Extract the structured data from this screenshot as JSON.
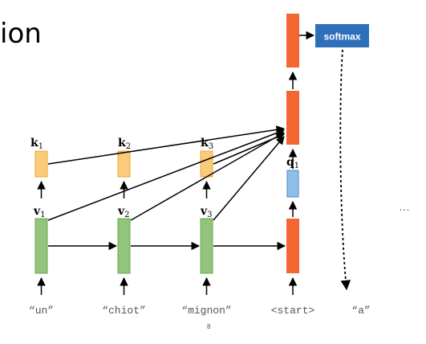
{
  "slide": {
    "title_fragment": "ion",
    "page_number": "8"
  },
  "diagram": {
    "softmax_label": "softmax",
    "ellipsis": "…",
    "keys": [
      {
        "base": "k",
        "sub": "1"
      },
      {
        "base": "k",
        "sub": "2"
      },
      {
        "base": "k",
        "sub": "3"
      }
    ],
    "values": [
      {
        "base": "v",
        "sub": "1"
      },
      {
        "base": "v",
        "sub": "2"
      },
      {
        "base": "v",
        "sub": "3"
      }
    ],
    "query": {
      "base": "q",
      "sub": "1"
    },
    "input_tokens": [
      "“un”",
      "“chiot”",
      "“mignon”",
      "<start>",
      "“a”"
    ]
  },
  "colors": {
    "value_green": "#93c47d",
    "key_orange": "#f9cb7a",
    "decoder_orange": "#f4662f",
    "query_blue": "#8fbfe8",
    "softmax_blue": "#2d6fb8"
  }
}
